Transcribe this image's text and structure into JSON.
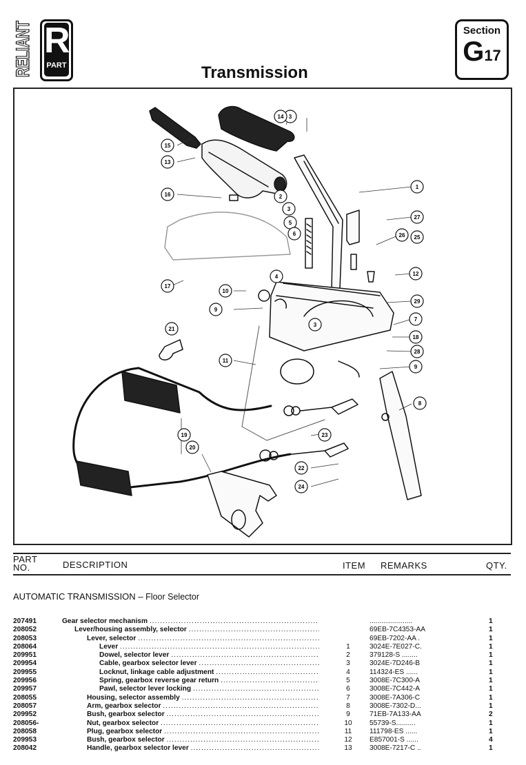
{
  "header": {
    "brand_word": "RELIANT",
    "brand_letter": "R",
    "brand_sub": "PART",
    "title": "Transmission",
    "section_label": "Section",
    "section_letter": "G",
    "section_number": "17"
  },
  "diagram": {
    "callouts": [
      "1",
      "2",
      "3",
      "3",
      "3",
      "4",
      "5",
      "6",
      "7",
      "8",
      "9",
      "9",
      "10",
      "11",
      "12",
      "13",
      "14",
      "15",
      "16",
      "17",
      "18",
      "19",
      "20",
      "21",
      "22",
      "23",
      "24",
      "25",
      "26",
      "27",
      "28",
      "29"
    ]
  },
  "table": {
    "columns": {
      "part_no_line1": "PART",
      "part_no_line2": "NO.",
      "description": "DESCRIPTION",
      "item": "ITEM",
      "remarks": "REMARKS",
      "qty": "QTY."
    },
    "group_title": "AUTOMATIC TRANSMISSION",
    "group_dash": "–",
    "group_subtitle": "Floor Selector",
    "rows": [
      {
        "part": "207491",
        "desc": "Gear selector mechanism",
        "indent": 0,
        "item": "",
        "remarks": "......................",
        "qty": "1"
      },
      {
        "part": "208052",
        "desc": "Lever/housing assembly, selector",
        "indent": 1,
        "item": "",
        "remarks": "69EB-7C4353-AA",
        "qty": "1"
      },
      {
        "part": "208053",
        "desc": "Lever, selector",
        "indent": 2,
        "item": "",
        "remarks": "69EB-7202-AA .",
        "qty": "1"
      },
      {
        "part": "208064",
        "desc": "Lever",
        "indent": 3,
        "item": "1",
        "remarks": "3024E-7E027-C.",
        "qty": "1"
      },
      {
        "part": "209951",
        "desc": "Dowel, selector lever",
        "indent": 3,
        "item": "2",
        "remarks": "379128-S ........",
        "qty": "1"
      },
      {
        "part": "209954",
        "desc": "Cable, gearbox selector lever",
        "indent": 3,
        "item": "3",
        "remarks": "3024E-7D246-B",
        "qty": "1"
      },
      {
        "part": "209955",
        "desc": "Locknut, linkage cable adjustment",
        "indent": 3,
        "item": "4",
        "remarks": "114324-ES ......",
        "qty": "1"
      },
      {
        "part": "209956",
        "desc": "Spring, gearbox reverse gear return",
        "indent": 3,
        "item": "5",
        "remarks": "3008E-7C300-A",
        "qty": "1"
      },
      {
        "part": "209957",
        "desc": "Pawl, selector lever locking",
        "indent": 3,
        "item": "6",
        "remarks": "3008E-7C442-A",
        "qty": "1"
      },
      {
        "part": "208055",
        "desc": "Housing, selector assembly",
        "indent": 2,
        "item": "7",
        "remarks": "3008E-7A306-C",
        "qty": "1"
      },
      {
        "part": "208057",
        "desc": "Arm, gearbox selector",
        "indent": 2,
        "item": "8",
        "remarks": "3008E-7302-D...",
        "qty": "1"
      },
      {
        "part": "209952",
        "desc": "Bush, gearbox selector",
        "indent": 2,
        "item": "9",
        "remarks": "71EB-7A133-AA",
        "qty": "2"
      },
      {
        "part": "208056-",
        "desc": "Nut, gearbox selector",
        "indent": 2,
        "item": "10",
        "remarks": "55739-S..........",
        "qty": "1"
      },
      {
        "part": "208058",
        "desc": "Plug, gearbox selector",
        "indent": 2,
        "item": "11",
        "remarks": "111798-ES ......",
        "qty": "1"
      },
      {
        "part": "209953",
        "desc": "Bush, gearbox selector",
        "indent": 2,
        "item": "12",
        "remarks": "E857001-S ......",
        "qty": "4"
      },
      {
        "part": "208042",
        "desc": "Handle, gearbox selector lever",
        "indent": 2,
        "item": "13",
        "remarks": "3008E-7217-C ..",
        "qty": "1"
      }
    ]
  }
}
